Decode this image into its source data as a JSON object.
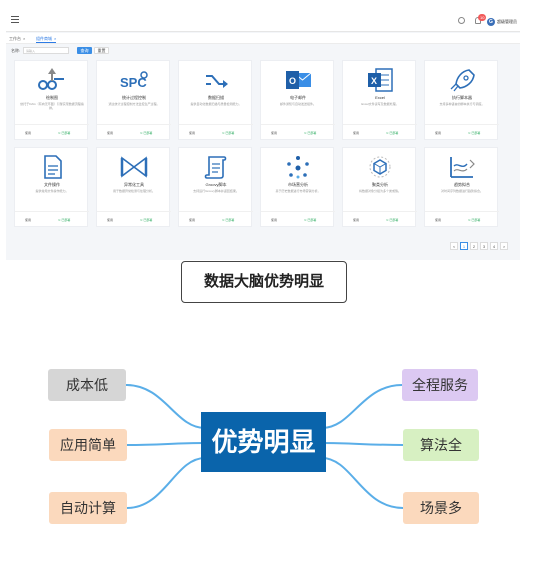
{
  "topbar": {
    "user_name": "超级管理员",
    "avatar_letter": "G",
    "notification_count": "10"
  },
  "tabs": [
    {
      "label": "工作台"
    },
    {
      "label": "组件商城"
    }
  ],
  "search": {
    "name_label": "名称:",
    "placeholder": "请输入",
    "query_label": "查询",
    "reset_label": "重置"
  },
  "cards": [
    {
      "title": "绘制图",
      "desc": "依托于DAG（有向无环图）引擎实现数据流程编排。",
      "use": "使用",
      "status": "⊙ 已部署",
      "icon": "flow-arrow-icon"
    },
    {
      "title": "统计过程控制",
      "desc": "通过统计过程控制方法监控生产过程。",
      "use": "使用",
      "status": "⊙ 已部署",
      "icon": "spc-icon"
    },
    {
      "title": "数据扫描",
      "desc": "提供自动化数据扫描与质量检测能力。",
      "use": "使用",
      "status": "⊙ 已部署",
      "icon": "shuffle-icon"
    },
    {
      "title": "电子邮件",
      "desc": "邮件通知与自动发送组件。",
      "use": "使用",
      "status": "⊙ 已部署",
      "icon": "outlook-icon"
    },
    {
      "title": "Excel",
      "desc": "Excel文件读写及数据处理。",
      "use": "使用",
      "status": "⊙ 已部署",
      "icon": "excel-icon"
    },
    {
      "title": "执行脚本器",
      "desc": "支持多种语言的脚本执行与调度。",
      "use": "使用",
      "status": "⊙ 已部署",
      "icon": "rocket-icon"
    },
    {
      "title": "文件操作",
      "desc": "提供常用文件操作能力。",
      "use": "使用",
      "status": "⊙ 已部署",
      "icon": "document-icon"
    },
    {
      "title": "异常化工具",
      "desc": "用于数据异常检测与处理分析。",
      "use": "使用",
      "status": "⊙ 已部署",
      "icon": "bowtie-icon"
    },
    {
      "title": "Groovy脚本",
      "desc": "支持运行Groovy脚本并返回结果。",
      "use": "使用",
      "status": "⊙ 已部署",
      "icon": "scroll-icon"
    },
    {
      "title": "市场营分析",
      "desc": "基于历史数据进行市场营销分析。",
      "use": "使用",
      "status": "⊙ 已部署",
      "icon": "network-icon"
    },
    {
      "title": "聚类分析",
      "desc": "将数据对象分组为多个类或簇。",
      "use": "使用",
      "status": "⊙ 已部署",
      "icon": "cluster-icon"
    },
    {
      "title": "趋势拟合",
      "desc": "对时间序列数据进行趋势拟合。",
      "use": "使用",
      "status": "⊙ 已部署",
      "icon": "trend-icon"
    }
  ],
  "pager": [
    "<",
    "1",
    "2",
    "3",
    "4",
    ">"
  ],
  "caption": "数据大脑优势明显",
  "mindmap": {
    "center": "优势明显",
    "left": [
      "成本低",
      "应用简单",
      "自动计算"
    ],
    "right": [
      "全程服务",
      "算法全",
      "场景多"
    ],
    "colors": {
      "center": "#0a64ab",
      "line": "#5aaee8",
      "left_0": "#d6d6d6",
      "left_1": "#fbd9bd",
      "left_2": "#fbd9bd",
      "right_0": "#dcc9f2",
      "right_1": "#d7f0c2",
      "right_2": "#fbd9bd"
    }
  }
}
